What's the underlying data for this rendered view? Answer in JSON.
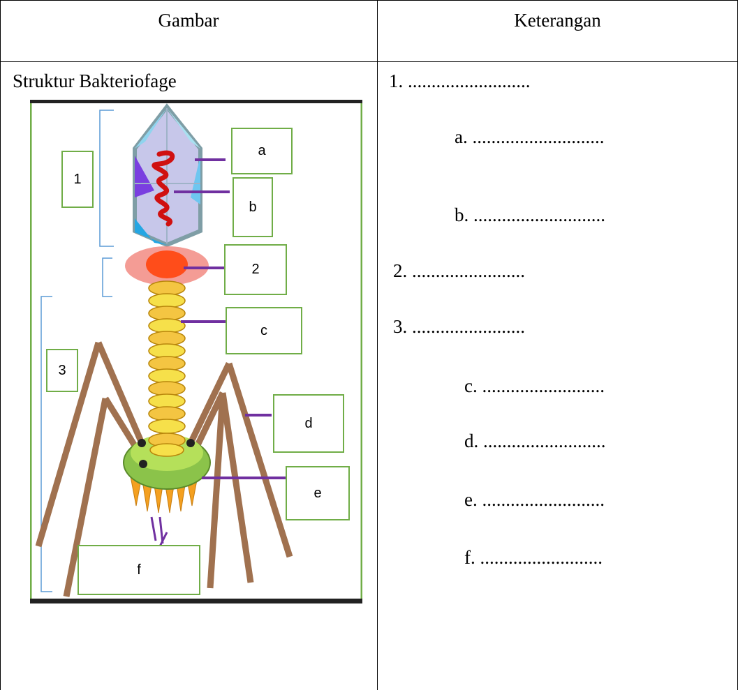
{
  "table": {
    "headers": {
      "left": "Gambar",
      "right": "Keterangan"
    },
    "caption": "Struktur Bakteriofage"
  },
  "figure": {
    "labels": [
      "1",
      "2",
      "3",
      "a",
      "b",
      "c",
      "d",
      "e",
      "f"
    ],
    "colors": {
      "frame": "#70ad47",
      "pointer": "#7030a0",
      "bracket": "#5b9bd5",
      "head": "#c7c7ea",
      "dna": "#d01010",
      "collar": "#ff6a3d",
      "tail": "#f4c542",
      "baseplate": "#8bc34a",
      "fibers": "#a0714f"
    }
  },
  "answers": [
    {
      "text": "1. .........................."
    },
    {
      "text": "a. ............................"
    },
    {
      "text": "b. ............................"
    },
    {
      "text": "2. ........................"
    },
    {
      "text": "3. ........................"
    },
    {
      "text": "c. .........................."
    },
    {
      "text": "d. .........................."
    },
    {
      "text": "e. .........................."
    },
    {
      "text": "f. .........................."
    }
  ]
}
